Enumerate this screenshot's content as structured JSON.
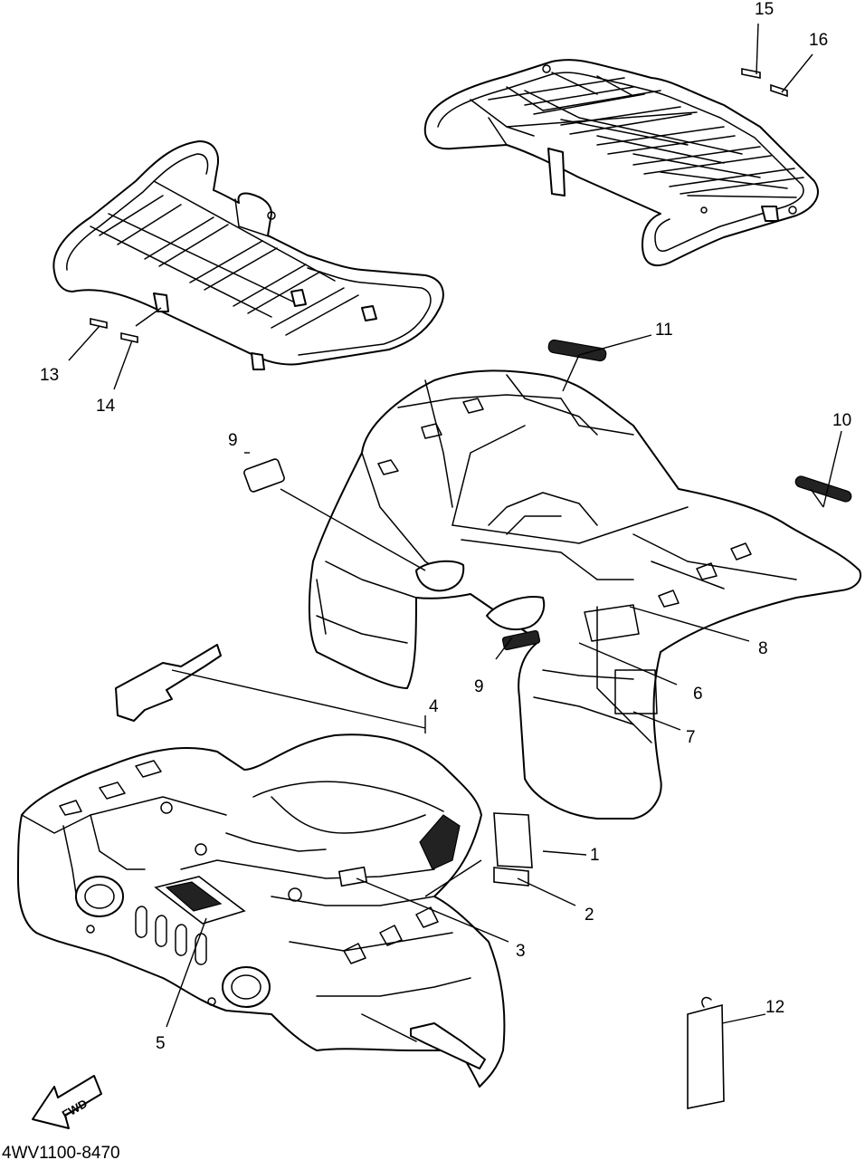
{
  "diagram_code": "4WV1100-8470",
  "forward_arrow_label": "FWD",
  "callouts": {
    "c1": "1",
    "c2": "2",
    "c3": "3",
    "c4": "4",
    "c5": "5",
    "c6": "6",
    "c7": "7",
    "c8": "8",
    "c9a": "9",
    "c9b": "9",
    "c10": "10",
    "c11": "11",
    "c12": "12",
    "c13": "13",
    "c14": "14",
    "c15": "15",
    "c16": "16"
  }
}
